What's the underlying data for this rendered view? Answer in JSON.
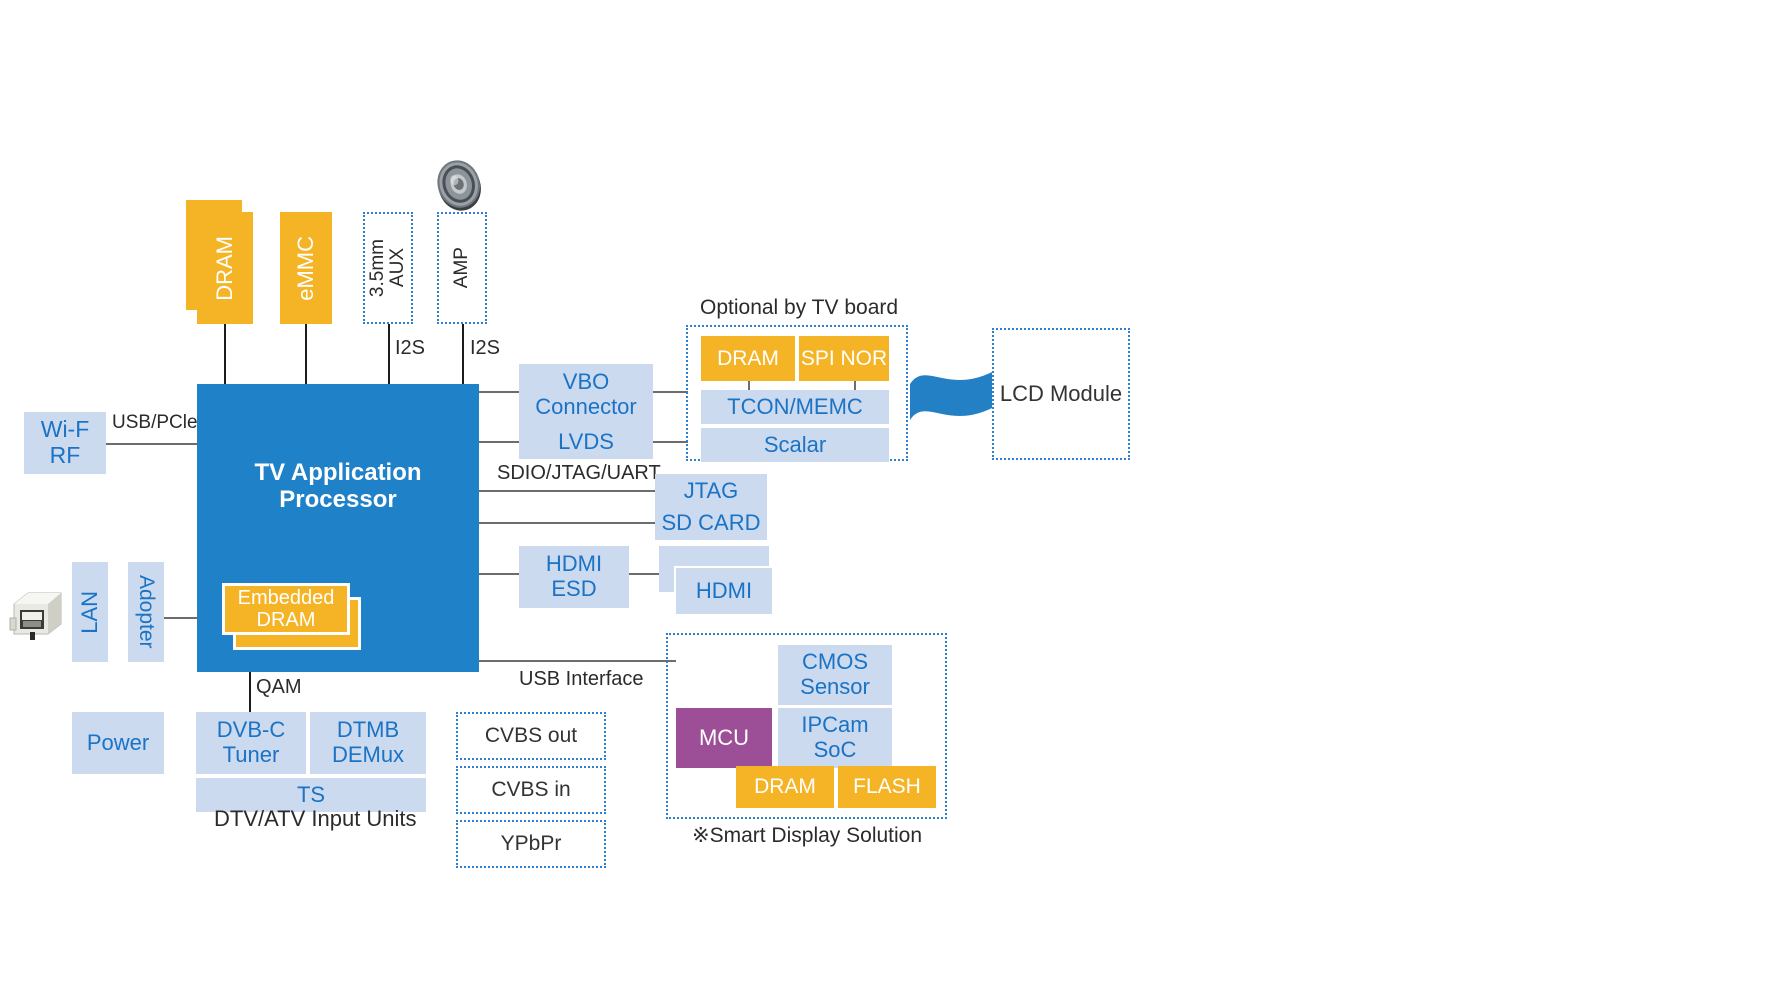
{
  "diagram": {
    "title": "TV Application Processor block diagram",
    "colors": {
      "processor_blue": "#1f81c8",
      "block_light_blue": "#ccdaf0",
      "block_text_blue": "#1a73c4",
      "memory_orange": "#f5b426",
      "mcu_purple": "#9c4f96",
      "dotted_outline": "#2f7fd0",
      "connector_gray": "#6d6d6d",
      "connector_black": "#1c1c1c"
    }
  },
  "processor": {
    "label_line1": "TV Application",
    "label_line2": "Processor",
    "embedded_memory": {
      "line1": "Embedded",
      "line2": "DRAM"
    }
  },
  "top_memory": {
    "dram": "DRAM",
    "emmc": "eMMC",
    "aux_line1": "3.5mm",
    "aux_line2": "AUX",
    "amp": "AMP",
    "i2s_aux": "I2S",
    "i2s_amp": "I2S",
    "speaker_icon": "speaker-icon"
  },
  "left_side": {
    "wifi_line1": "Wi-F",
    "wifi_line2": "RF",
    "usb_pcie": "USB/PCle",
    "lan": "LAN",
    "adopter": "Adopter",
    "power": "Power",
    "lan_icon": "rj45-jack-icon"
  },
  "display_path": {
    "vbo_line1": "VBO",
    "vbo_line2": "Connector",
    "lvds": "LVDS",
    "optional_caption": "Optional by TV board",
    "tv_board": {
      "dram": "DRAM",
      "spi_nor": "SPI NOR",
      "tcon_memc": "TCON/MEMC",
      "scalar": "Scalar"
    },
    "ribbon_icon": "flex-cable-icon",
    "lcd_module": "LCD Module"
  },
  "debug_io": {
    "sdio_jtag_uart": "SDIO/JTAG/UART",
    "jtag": "JTAG",
    "sd_card": "SD CARD",
    "hdmi_esd_line1": "HDMI",
    "hdmi_esd_line2": "ESD",
    "hdmi": "HDMI"
  },
  "tuner": {
    "qam": "QAM",
    "dvbc_line1": "DVB-C",
    "dvbc_line2": "Tuner",
    "dtmb_line1": "DTMB",
    "dtmb_line2": "DEMux",
    "ts": "TS",
    "caption": "DTV/ATV Input Units"
  },
  "analog_av": {
    "cvbs_out": "CVBS out",
    "cvbs_in": "CVBS in",
    "ypbpr": "YPbPr"
  },
  "smart_display": {
    "usb_interface": "USB Interface",
    "cmos_line1": "CMOS",
    "cmos_line2": "Sensor",
    "mcu": "MCU",
    "ipcam_line1": "IPCam",
    "ipcam_line2": "SoC",
    "dram": "DRAM",
    "flash": "FLASH",
    "caption": "※Smart Display Solution"
  }
}
